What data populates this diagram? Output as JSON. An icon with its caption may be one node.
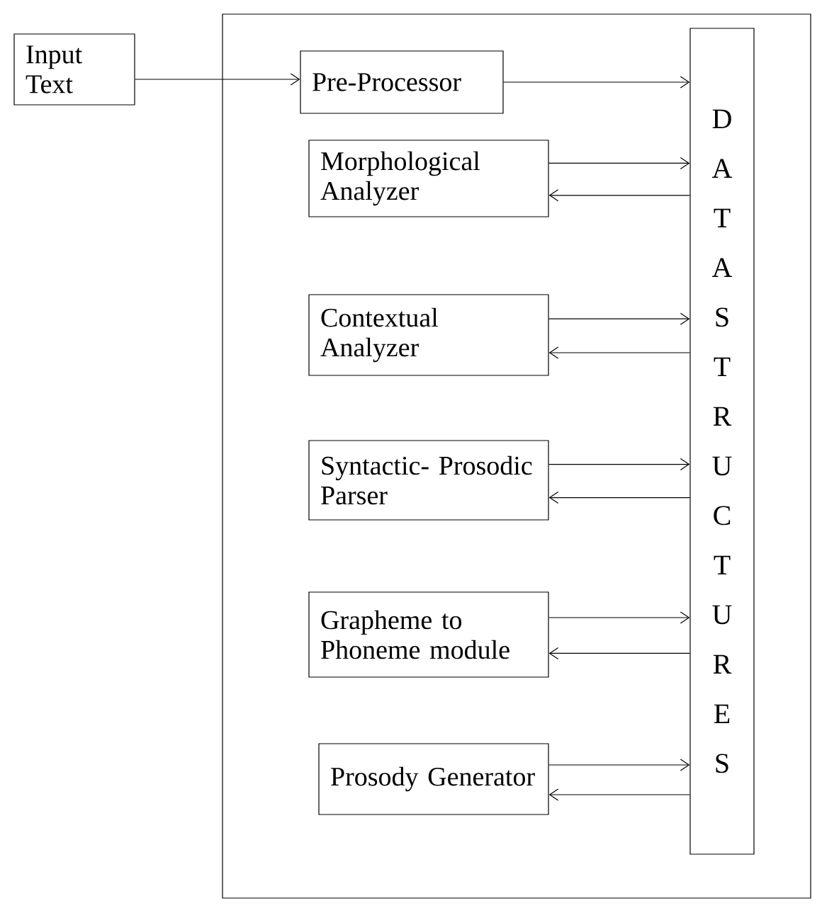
{
  "diagram": {
    "nodes": [
      {
        "text": [],
        "shape": "box"
      },
      {
        "text": [
          "Input Text"
        ]
      },
      {
        "text": [
          "Pre-Processor"
        ],
        "in": 0
      },
      {
        "text": [
          "Morphological Analyzer"
        ],
        "in": 0
      },
      {
        "text": [
          "Contextual Analyzer"
        ],
        "in": 0
      },
      {
        "text": [
          "Syntactic- Prosodic Parser"
        ],
        "in": 0
      },
      {
        "text": [
          "Grapheme to Phoneme module"
        ],
        "in": 0
      },
      {
        "text": [
          "Prosody Generator"
        ],
        "in": 0
      },
      {
        "text": [
          "D A T A S T R U C T U R E S"
        ],
        "in": 0
      }
    ],
    "edges": [
      {
        "from": 1,
        "to": 2,
        "arrow": "to"
      },
      {
        "from": 2,
        "to": 8,
        "arrow": "to"
      },
      {
        "from": 3,
        "to": 8,
        "arrow": "to"
      },
      {
        "from": 8,
        "to": 3,
        "arrow": "to"
      },
      {
        "from": 4,
        "to": 8,
        "arrow": "to"
      },
      {
        "from": 8,
        "to": 4,
        "arrow": "to"
      },
      {
        "from": 5,
        "to": 8,
        "arrow": "to"
      },
      {
        "from": 8,
        "to": 5,
        "arrow": "to"
      },
      {
        "from": 6,
        "to": 8,
        "arrow": "to"
      },
      {
        "from": 8,
        "to": 6,
        "arrow": "to"
      },
      {
        "from": 7,
        "to": 8,
        "arrow": "to"
      },
      {
        "from": 8,
        "to": 7,
        "arrow": "to"
      }
    ]
  }
}
